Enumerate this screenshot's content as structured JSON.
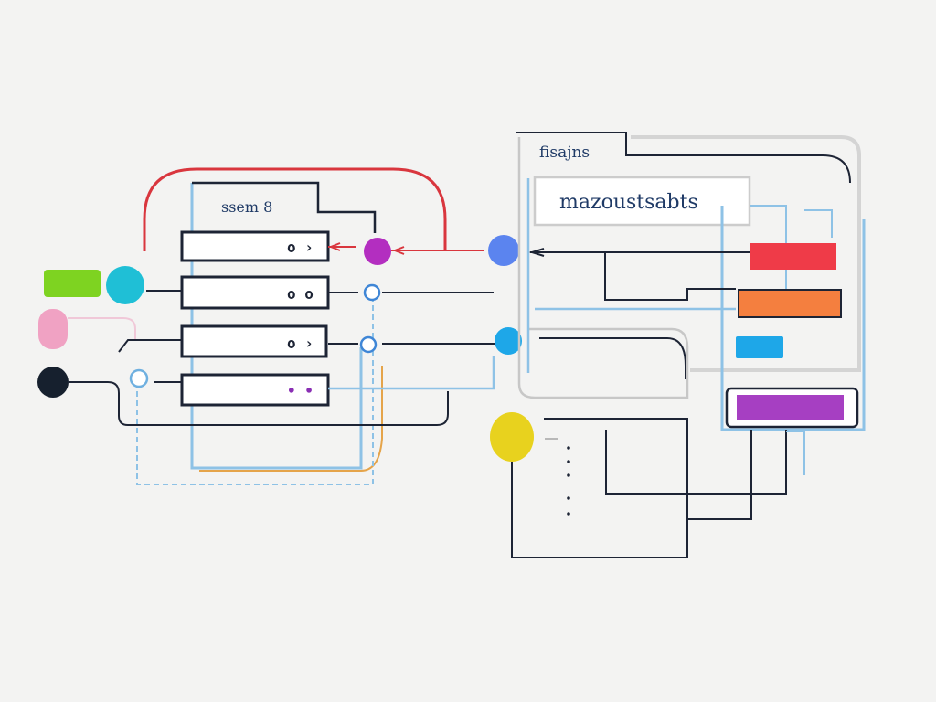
{
  "left_panel": {
    "title": "ssem 8",
    "rows": [
      {
        "port_glyph": "o ›",
        "glyph_color": "#1d2435"
      },
      {
        "port_glyph": "o o",
        "glyph_color": "#1d2435"
      },
      {
        "port_glyph": "o ›",
        "glyph_color": "#1d2435"
      },
      {
        "port_glyph": "• •",
        "glyph_color": "#8a2fb4"
      }
    ]
  },
  "right_panel": {
    "tab_label": "fisajns",
    "header_label": "mazoustsabts",
    "bars": [
      {
        "color": "#ef3b48"
      },
      {
        "color": "#f47f3f"
      },
      {
        "color": "#1ea7e8"
      },
      {
        "color": "#a63fc2"
      }
    ]
  },
  "nodes": {
    "green": "#7ed321",
    "cyan": "#1fbfd6",
    "pink": "#f0a2c3",
    "black": "#16202e",
    "magenta": "#b32ec0",
    "blue": "#5b84ef",
    "sky": "#1ea7e8",
    "yellow": "#e8d21e"
  },
  "colors": {
    "line": "#1d2435",
    "accent_red": "#d9363e",
    "light_blue": "#8ec2e6",
    "orange": "#e5a44a",
    "grey": "#c9c9c9",
    "background": "#f3f3f2"
  }
}
